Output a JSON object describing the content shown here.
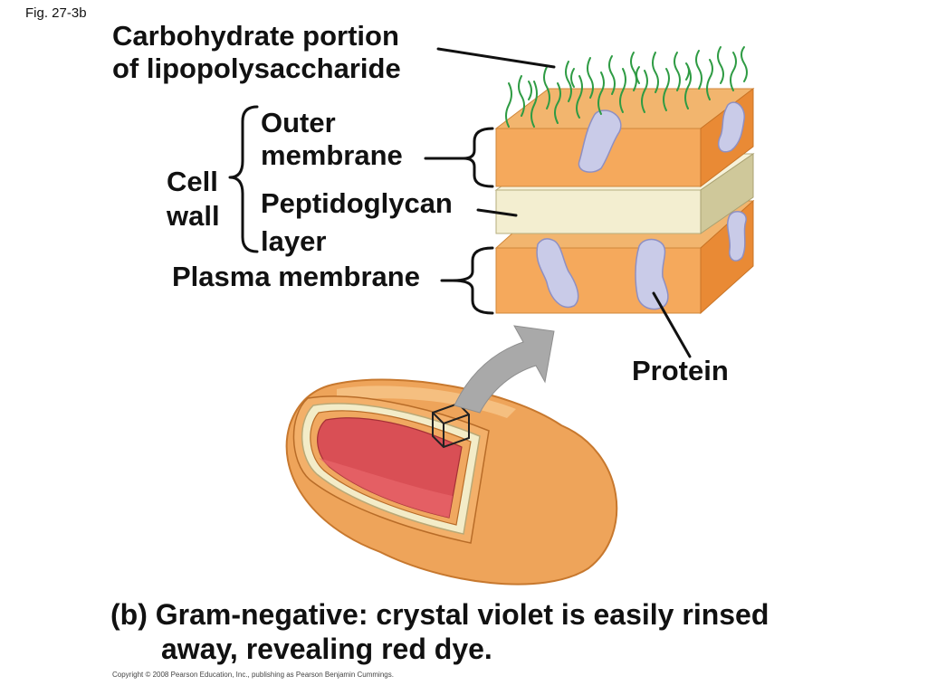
{
  "figure_label": "Fig. 27-3b",
  "labels": {
    "carb_line1": "Carbohydrate portion",
    "carb_line2": "of lipopolysaccharide",
    "outer_line1": "Outer",
    "outer_line2": "membrane",
    "cell_line1": "Cell",
    "cell_line2": "wall",
    "pepti_line1": "Peptidoglycan",
    "pepti_line2": "layer",
    "plasma": "Plasma membrane",
    "protein": "Protein"
  },
  "caption": {
    "line1": "(b) Gram-negative: crystal violet is easily rinsed",
    "line2": "away, revealing red dye."
  },
  "copyright": "Copyright © 2008 Pearson Education, Inc., publishing as Pearson Benjamin Cummings.",
  "colors": {
    "membrane_front": "#f5a95c",
    "membrane_top": "#f2b56e",
    "membrane_side": "#e98a35",
    "peptidoglycan_front": "#f3eed0",
    "peptidoglycan_side": "#cfc89a",
    "protein": "#c9cbe8",
    "lps": "#2e9b43",
    "cytoplasm": "#d94f55",
    "arrow": "#a9a9a9"
  }
}
